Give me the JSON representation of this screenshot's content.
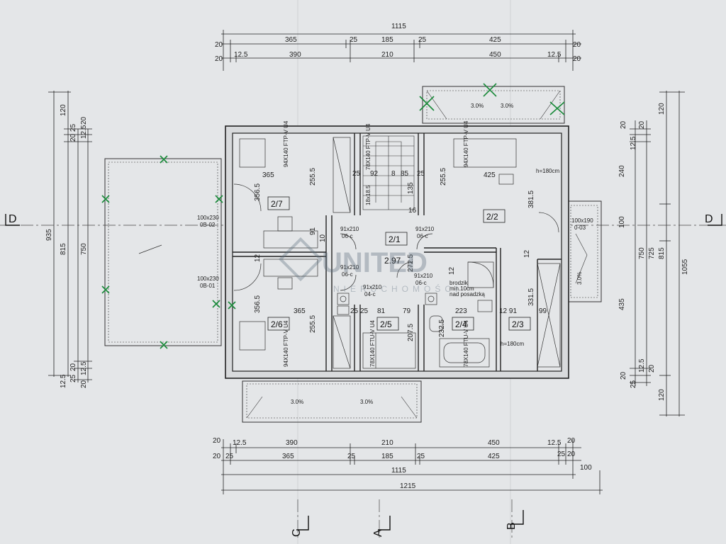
{
  "dims_top": {
    "overall": "1115",
    "row1": [
      "20",
      "365",
      "25",
      "185",
      "25",
      "425",
      "20"
    ],
    "row2": [
      "20",
      "12.5",
      "390",
      "210",
      "450",
      "12.5",
      "20"
    ]
  },
  "dims_bottom": {
    "row1": [
      "20",
      "12.5",
      "390",
      "210",
      "450",
      "12.5",
      "20"
    ],
    "row2": [
      "20",
      "25",
      "365",
      "25",
      "185",
      "25",
      "425",
      "25",
      "20"
    ],
    "overall1": "1115",
    "overhang": "100",
    "overall2": "1215"
  },
  "dims_left": {
    "total": "935",
    "c1": [
      "815",
      "750"
    ],
    "top": [
      "120",
      "20",
      "25",
      "12.5",
      "20"
    ],
    "bottom": [
      "20",
      "12.5",
      "25",
      "20",
      "12.5"
    ]
  },
  "dims_right": {
    "total": "1055",
    "c1": [
      "815",
      "725",
      "750"
    ],
    "top": [
      "120",
      "20",
      "12.5",
      "20",
      "240",
      "100"
    ],
    "mid": [
      "435"
    ],
    "bottom": [
      "120",
      "20",
      "25",
      "12.5",
      "20"
    ]
  },
  "rooms": {
    "r27": "2/7",
    "r26": "2/6",
    "r21": "2/1",
    "r22": "2/2",
    "r23": "2/3",
    "r24": "2/4",
    "r25": "2/5",
    "level": "2.97"
  },
  "interior": {
    "d365a": "365",
    "d3565a": "356.5",
    "d2555a": "255.5",
    "d365b": "365",
    "d3565b": "356.5",
    "d2555b": "255.5",
    "d425": "425",
    "d3815": "381.5",
    "d3315": "331.5",
    "d2555c": "255.5",
    "d92": "92",
    "d8": "8",
    "d85": "85",
    "d135": "135",
    "d25a": "25",
    "d25b": "25",
    "d91": "91",
    "d10": "10",
    "d12a": "12",
    "d12b": "12",
    "d12c": "12",
    "d81": "81",
    "d79": "79",
    "d2075": "207.5",
    "d223": "223",
    "d2325": "232.5",
    "d1291": "12 91",
    "d99": "99",
    "d25c": "25",
    "d25d": "25",
    "d16": "16",
    "d2725": "272.5"
  },
  "notes": {
    "win_a": "94X140 FTP-V U4",
    "win_b": "78X140 FTP-V U4",
    "win_c": "94X140 FTP-V U4",
    "win_d": "94X140 FTP-V U4",
    "win_e": "78X140 FTU-V U4",
    "win_f": "78X140 FTU-V U4",
    "door_a1": "100x230",
    "door_a2": "0B-02",
    "door_b1": "100x230",
    "door_b2": "0B-01",
    "door_c1": "100x190",
    "door_c2": "0-03",
    "d91a1": "91x210",
    "d91a2": "06-c",
    "d91b1": "91x210",
    "d91b2": "06-c",
    "d91c1": "91x210",
    "d91c2": "06-c",
    "d91d1": "91x210",
    "d91d2": "04-c",
    "d91e1": "91x210",
    "d91e2": "06-c",
    "h180a": "h=180cm",
    "h180b": "h=180cm",
    "brodzik1": "brodzik",
    "brodzik2": "min.10cm",
    "brodzik3": "nad posadzką",
    "stairs": "18x18.5",
    "slope1": "3.0%",
    "slope2": "3.0%",
    "slope3": "3.0%",
    "slope4": "3.0%",
    "slope5": "3.0%"
  },
  "sections": {
    "d_left": "D",
    "d_right": "D",
    "c": "C",
    "a": "A",
    "b": "B"
  },
  "watermark": {
    "main": "UNITED",
    "sub": "NIERUCHOMOŚCI"
  },
  "colors": {
    "line": "#222222",
    "green": "#1a8a3a",
    "paper": "#e4e6e8"
  }
}
